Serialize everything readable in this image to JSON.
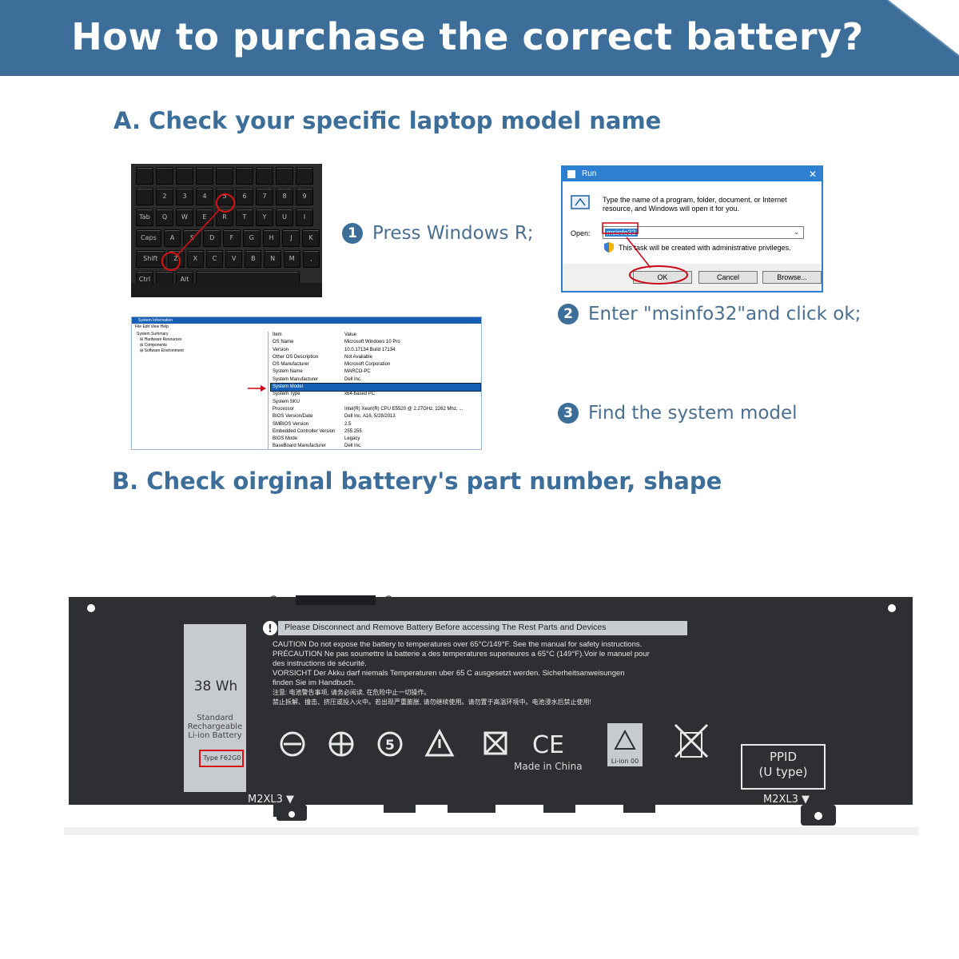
{
  "banner": {
    "title": "How to purchase the correct battery?",
    "color": "#3c6e99"
  },
  "section_a": {
    "title": "A. Check your specific laptop model name"
  },
  "section_b": {
    "title": "B. Check oirginal battery's part number, shape"
  },
  "steps": [
    {
      "num": "1",
      "text": "Press Windows R;"
    },
    {
      "num": "2",
      "text": "Enter \"msinfo32\"and click ok;"
    },
    {
      "num": "3",
      "text": "Find the system model"
    }
  ],
  "keyboard": {
    "rows": [
      [
        "",
        "",
        "",
        "",
        "",
        "",
        "",
        "",
        ""
      ],
      [
        "",
        "2",
        "3",
        "4",
        "5",
        "6",
        "7",
        "8",
        "9"
      ],
      [
        "Tab",
        "Q",
        "W",
        "E",
        "R",
        "T",
        "Y",
        "U",
        "I"
      ],
      [
        "Caps Lock",
        "A",
        "S",
        "D",
        "F",
        "G",
        "H",
        "J",
        "K"
      ],
      [
        "Shift",
        "Z",
        "X",
        "C",
        "V",
        "B",
        "N",
        "M",
        ","
      ],
      [
        "Ctrl",
        "",
        "Alt",
        ""
      ]
    ]
  },
  "run_dialog": {
    "title": "Run",
    "close": "✕",
    "description": "Type the name of a program, folder, document, or Internet resource, and Windows will open it for you.",
    "open_label": "Open:",
    "input_value": "msinfo32",
    "note": "This task will be created with administrative privileges.",
    "ok": "OK",
    "cancel": "Cancel",
    "browse": "Browse..."
  },
  "sysinfo": {
    "title": "System Information",
    "menu": "File   Edit   View   Help",
    "tree": [
      "System Summary",
      "⊞ Hardware Resources",
      "⊞ Components",
      "⊞ Software Environment"
    ],
    "header": {
      "item": "Item",
      "value": "Value"
    },
    "rows": [
      {
        "item": "OS Name",
        "value": "Microsoft Windows 10 Pro"
      },
      {
        "item": "Version",
        "value": "10.0.17134 Build 17134"
      },
      {
        "item": "Other OS Description",
        "value": "Not Available"
      },
      {
        "item": "OS Manufacturer",
        "value": "Microsoft Corporation"
      },
      {
        "item": "System Name",
        "value": "MARCO-PC"
      },
      {
        "item": "System Manufacturer",
        "value": "Dell Inc."
      },
      {
        "item": "System Model",
        "value": ""
      },
      {
        "item": "System Type",
        "value": "x64-based PC"
      },
      {
        "item": "System SKU",
        "value": ""
      },
      {
        "item": "Processor",
        "value": "Intel(R) Xeon(R) CPU          E5520 @ 2.27GHz, 2262 Mhz, ..."
      },
      {
        "item": "BIOS Version/Date",
        "value": "Dell Inc. A16, 5/28/2013"
      },
      {
        "item": "SMBIOS Version",
        "value": "2.5"
      },
      {
        "item": "Embedded Controller Version",
        "value": "255.255"
      },
      {
        "item": "BIOS Mode",
        "value": "Legacy"
      },
      {
        "item": "BaseBoard Manufacturer",
        "value": "Dell Inc."
      }
    ]
  },
  "battery": {
    "capacity": "38 Wh",
    "type_line1": "Standard",
    "type_line2": "Rechargeable",
    "type_line3": "Li-ion Battery",
    "part": "Type F62G0",
    "warning": "Please Disconnect and Remove Battery Before accessing The Rest Parts and Devices",
    "caution1": "CAUTION Do not expose the battery to temperatures over 65°C/149°F. See the manual for safety instructions.",
    "caution2": "PRÉCAUTION Ne pas soumettre la batterie a des temperatures superieures a 65°C (149°F).Voir le manuel pour",
    "caution3": " des instructions de sécurité.",
    "caution4": "VORSICHT Der Akku darf niemals Temperaturen uber 65 C ausgesetzt werden. Sicherheitsanweisungen",
    "caution5": " finden Sie im Handbuch.",
    "caution6": "注意: 电池警告事项, 请务必阅读, 在危险中止一切操作。",
    "caution7": "禁止拆解、撞击、挤压或投入火中。若出现严重膨胀, 请勿继续使用。请勿置于高温环境中。电池浸水后禁止使用!",
    "made_in": "Made in China",
    "liion": "Li-ion 00",
    "ppid1": "PPID",
    "ppid2": "(U type)",
    "code_left": "M2XL3 ▼",
    "code_right": "M2XL3 ▼",
    "minus": "⊖",
    "plus": "⊕",
    "body_color": "#2e2f33"
  }
}
